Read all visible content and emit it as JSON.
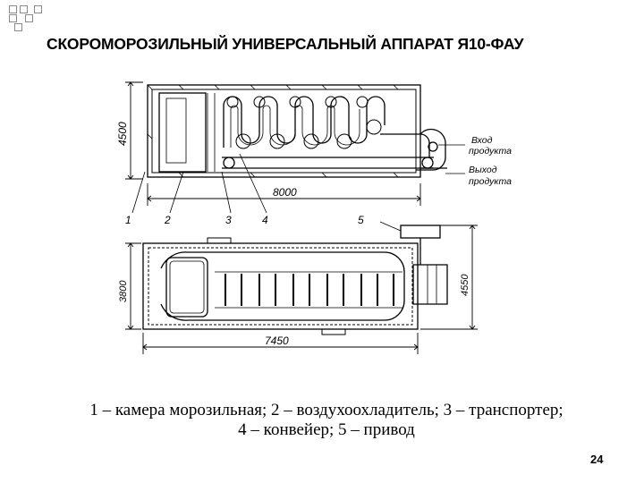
{
  "slide": {
    "title": "СКОРОМОРОЗИЛЬНЫЙ УНИВЕРСАЛЬНЫЙ АППАРАТ Я10-ФАУ",
    "page_number": "24"
  },
  "drawing": {
    "top_view": {
      "dim_height": "4500",
      "dim_length": "8000",
      "label_inlet": [
        "Вход",
        "продукта"
      ],
      "label_outlet": [
        "Выход",
        "продукта"
      ],
      "callouts": [
        "1",
        "2",
        "3",
        "4",
        "5"
      ]
    },
    "plan_view": {
      "dim_height_left": "3800",
      "dim_height_right": "4550",
      "dim_length": "7450"
    }
  },
  "caption": {
    "line1": "1 – камера морозильная; 2 – воздухоохладитель; 3 – транспортер;",
    "line2": "4 – конвейер; 5 – привод"
  }
}
